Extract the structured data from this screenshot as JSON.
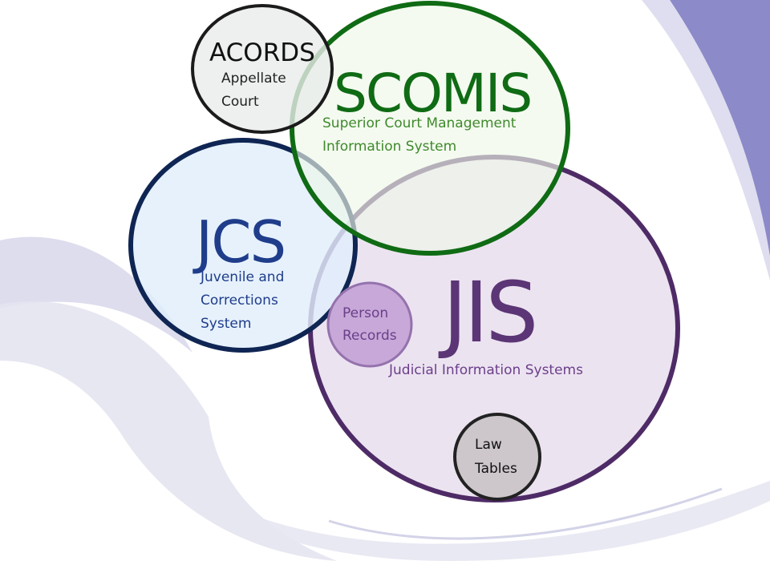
{
  "diagram": {
    "acords": {
      "title": "ACORDS",
      "desc_line1": "Appellate",
      "desc_line2": "Court"
    },
    "scomis": {
      "title": "SCOMIS",
      "desc_line1": "Superior Court Management",
      "desc_line2": "Information System"
    },
    "jcs": {
      "title": "JCS",
      "desc_line1": "Juvenile and",
      "desc_line2": "Corrections",
      "desc_line3": "System"
    },
    "jis": {
      "title": "JIS",
      "desc": "Judicial Information Systems"
    },
    "person_records": {
      "line1": "Person",
      "line2": "Records"
    },
    "law_tables": {
      "line1": "Law",
      "line2": "Tables"
    }
  },
  "colors": {
    "acords_stroke": "#1b1b1b",
    "acords_fill": "#e9ecea",
    "scomis_stroke": "#0f6b14",
    "scomis_fill": "#eef7e8",
    "scomis_text": "#0f6b14",
    "scomis_desc": "#3f8a2c",
    "jcs_stroke": "#0f2553",
    "jcs_fill": "#e1eefb",
    "jcs_text": "#1f3d8a",
    "jis_stroke": "#4e2b66",
    "jis_fill": "#ece3f1",
    "jis_text": "#5b3575",
    "jis_desc": "#6b3f8a",
    "person_fill": "#c7a8d8",
    "person_stroke": "#9472ad",
    "law_fill": "#cdc7cb",
    "law_stroke": "#222222",
    "swoosh_dark": "#8c8ac8",
    "swoosh_light": "#d4d4ea"
  }
}
